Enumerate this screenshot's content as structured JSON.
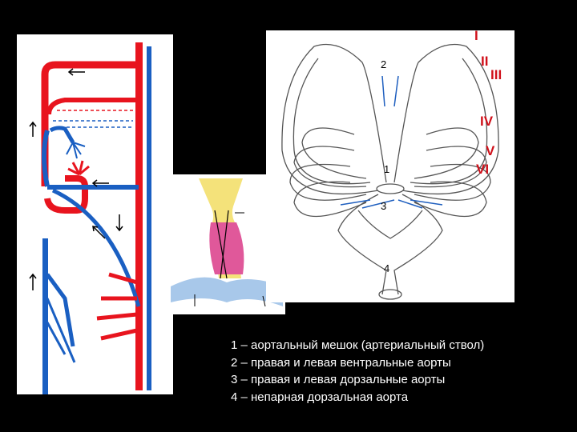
{
  "arch_numbers": [
    "I",
    "II",
    "III",
    "IV",
    "V",
    "VI"
  ],
  "labels": {
    "n1": "1",
    "n2": "2",
    "n3": "3",
    "n4": "4"
  },
  "legend": [
    "1 – аортальный мешок (артериальный ствол)",
    "2 – правая и левая вентральные аорты",
    "3 – правая и левая дорзальные аорты",
    "4 – непарная дорзальная аорта"
  ],
  "colors": {
    "artery": "#e8141e",
    "vein": "#1a5fc2",
    "arrow": "#1f5fbf",
    "roman": "#d0101a"
  }
}
